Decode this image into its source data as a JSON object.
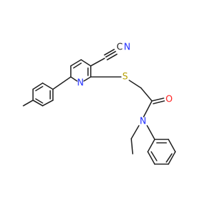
{
  "molecule": {
    "atoms": {
      "nitrile_n": {
        "symbol": "N",
        "color": "#1f2dff"
      },
      "nitrile_c": {
        "symbol": "C",
        "color": "#222222"
      },
      "pyridine_n": {
        "symbol": "N",
        "color": "#1f2dff"
      },
      "sulfur": {
        "symbol": "S",
        "color": "#b8a100"
      },
      "carbonyl_o": {
        "symbol": "O",
        "color": "#ff1f1f"
      },
      "amide_n": {
        "symbol": "N",
        "color": "#1f2dff"
      }
    }
  }
}
